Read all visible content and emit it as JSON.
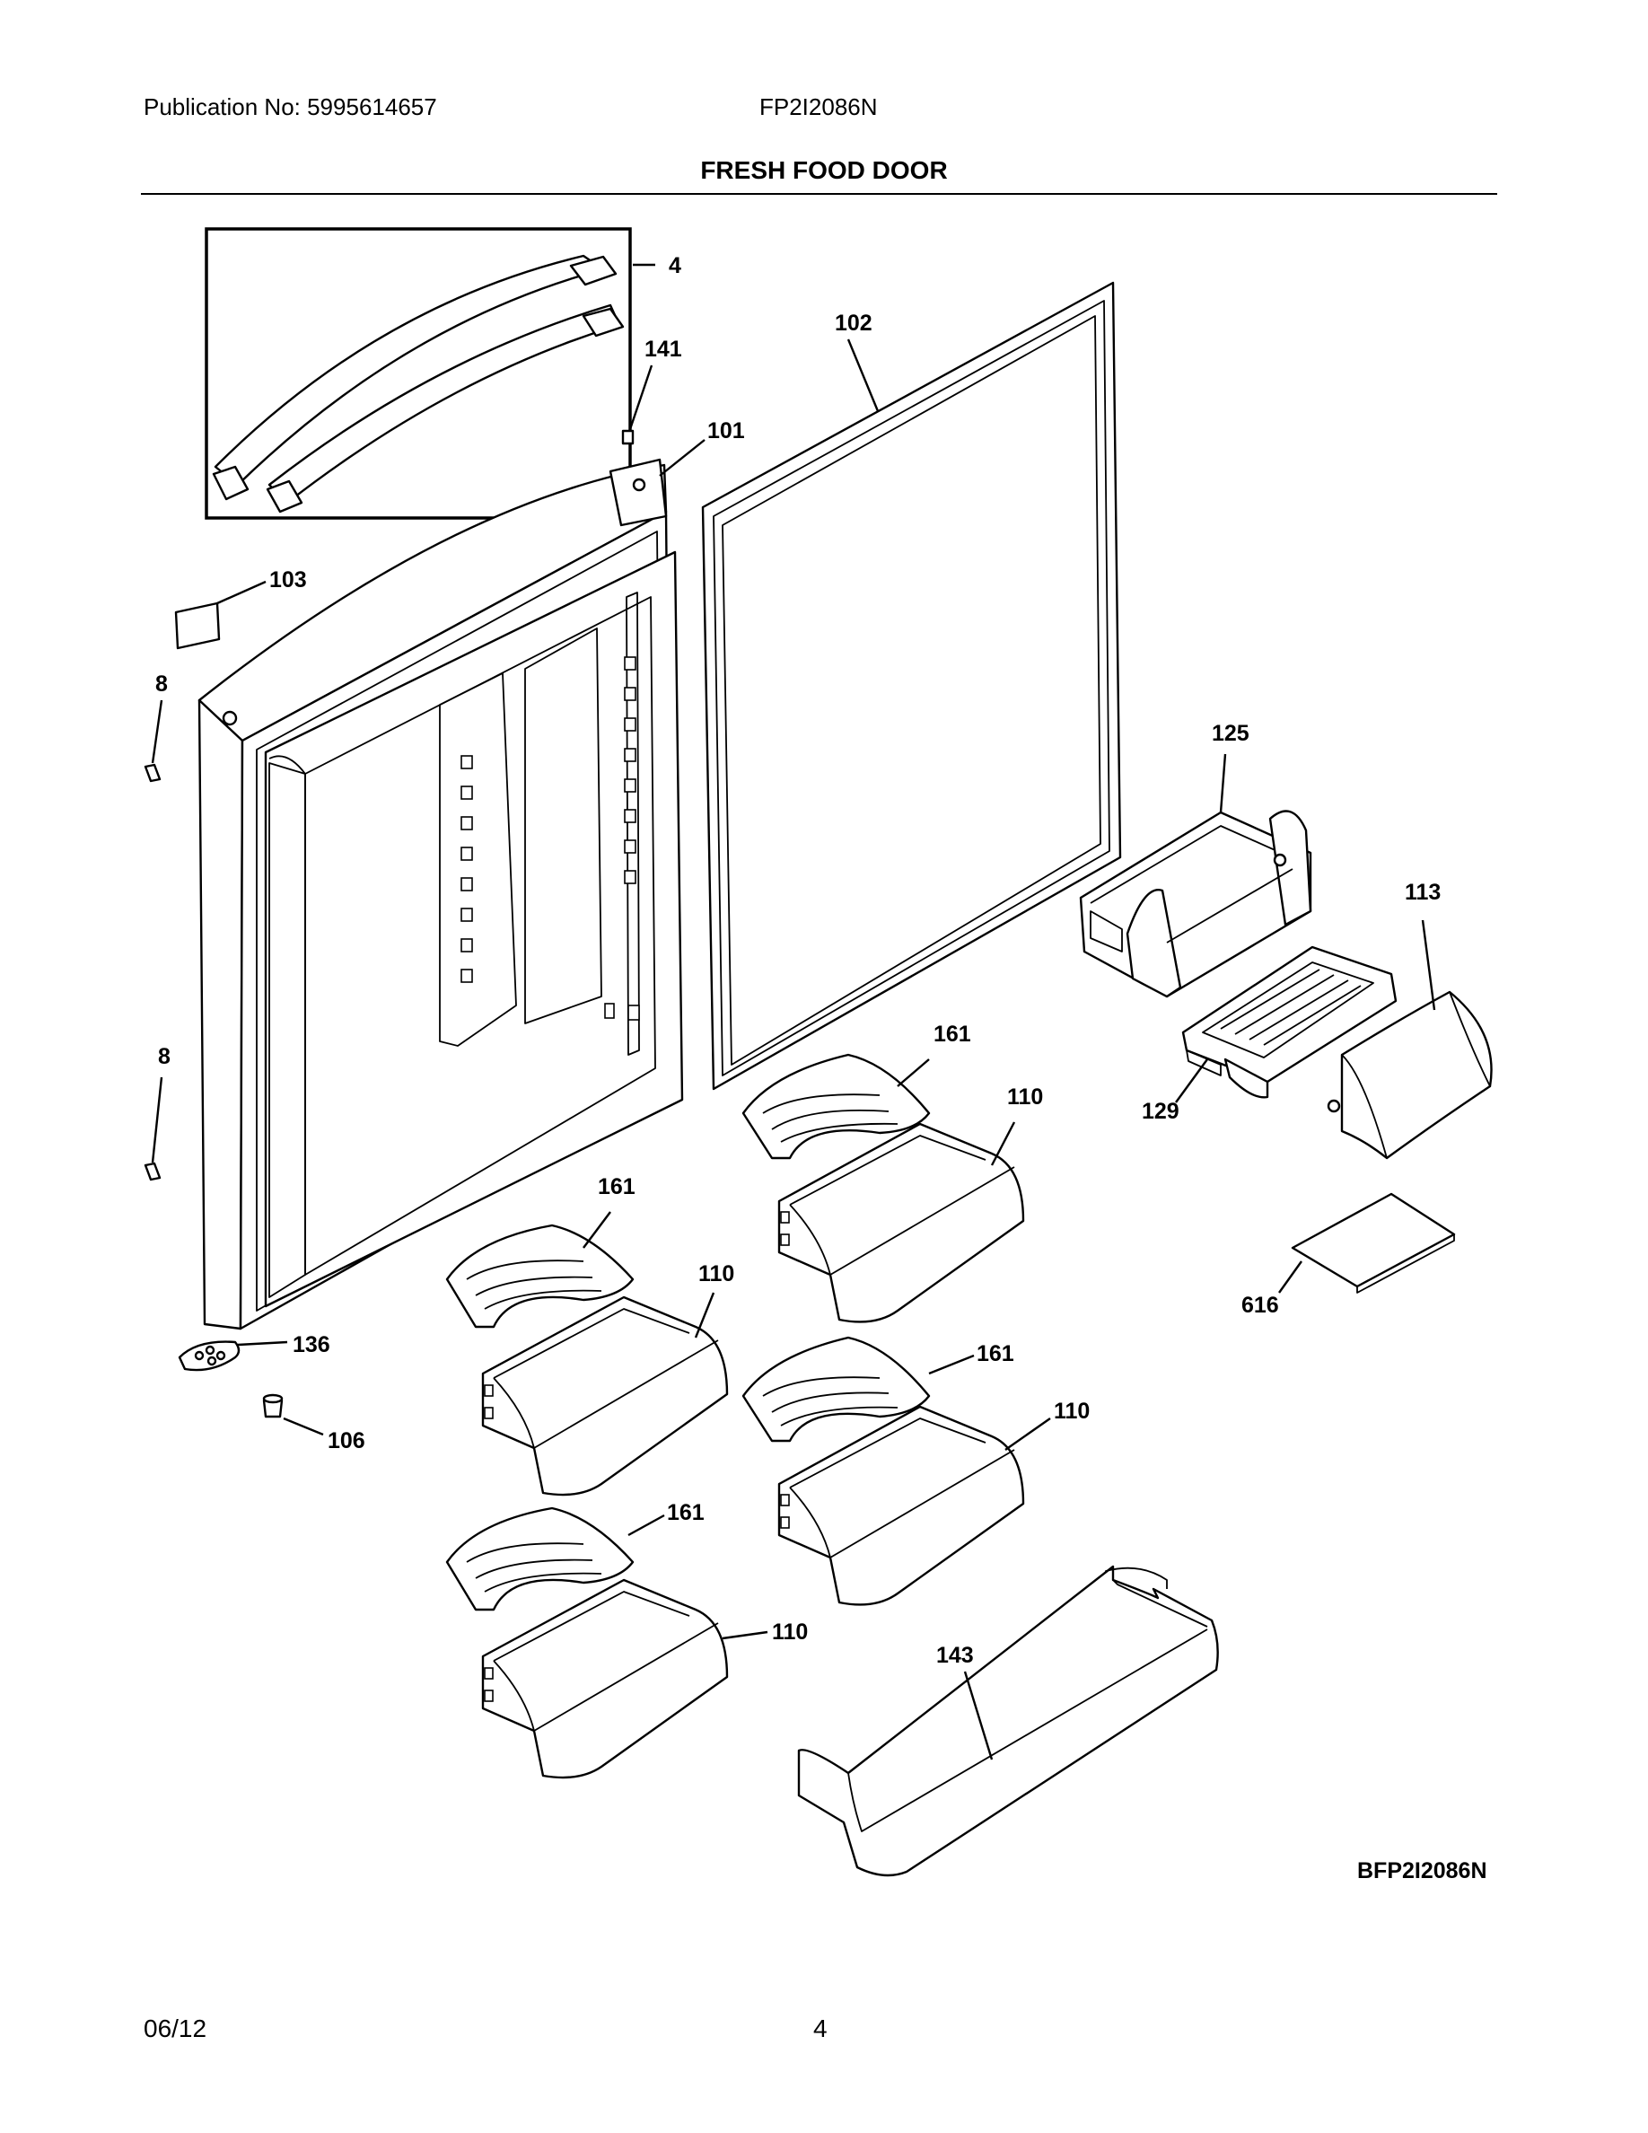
{
  "header": {
    "publication": "Publication No: 5995614657",
    "model": "FP2I2086N",
    "title": "FRESH FOOD DOOR"
  },
  "footer": {
    "date": "06/12",
    "page": "4"
  },
  "diagram_code": "BFP2I2086N",
  "callouts": {
    "c4": "4",
    "c102": "102",
    "c141": "141",
    "c101": "101",
    "c103": "103",
    "c8a": "8",
    "c8b": "8",
    "c125": "125",
    "c113": "113",
    "c129": "129",
    "c161a": "161",
    "c110a": "110",
    "c161b": "161",
    "c110b": "110",
    "c616": "616",
    "c136": "136",
    "c106": "106",
    "c161c": "161",
    "c110c": "110",
    "c161d": "161",
    "c110d": "110",
    "c143": "143"
  }
}
